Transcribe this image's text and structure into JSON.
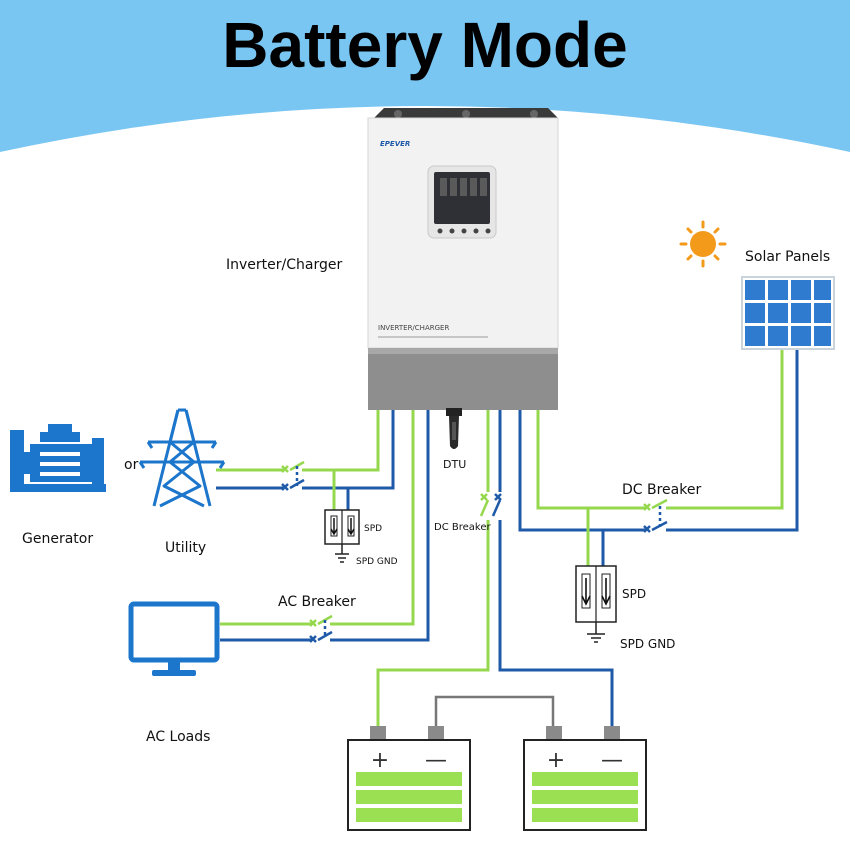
{
  "title": "Battery Mode",
  "colors": {
    "banner": "#7ac6f2",
    "ac_wire_green": "#95d84e",
    "dc_wire_blue": "#1f5aa8",
    "icon_blue": "#1c76cc",
    "battery_green": "#9be053",
    "sun": "#f39a1a"
  },
  "labels": {
    "inverter": "Inverter/Charger",
    "device_text": "INVERTER/CHARGER",
    "device_brand": "EPEVER",
    "solar": "Solar Panels",
    "generator": "Generator",
    "or": "or",
    "utility": "Utility",
    "dtu": "DTU",
    "dc_breaker_main": "DC Breaker",
    "dc_breaker_small": "DC Breaker",
    "ac_breaker": "AC Breaker",
    "ac_loads": "AC Loads",
    "spd_small": "SPD",
    "spd_gnd_small": "SPD GND",
    "spd_big": "SPD",
    "spd_gnd_big": "SPD GND"
  },
  "batteries": [
    {
      "plus": "+",
      "minus": "—"
    },
    {
      "plus": "+",
      "minus": "—"
    }
  ],
  "icons": [
    "sun-icon",
    "solar-panel-icon",
    "generator-icon",
    "utility-tower-icon",
    "monitor-icon",
    "battery-icon",
    "breaker-switch-icon",
    "spd-icon",
    "ground-icon",
    "dtu-antenna-icon"
  ]
}
